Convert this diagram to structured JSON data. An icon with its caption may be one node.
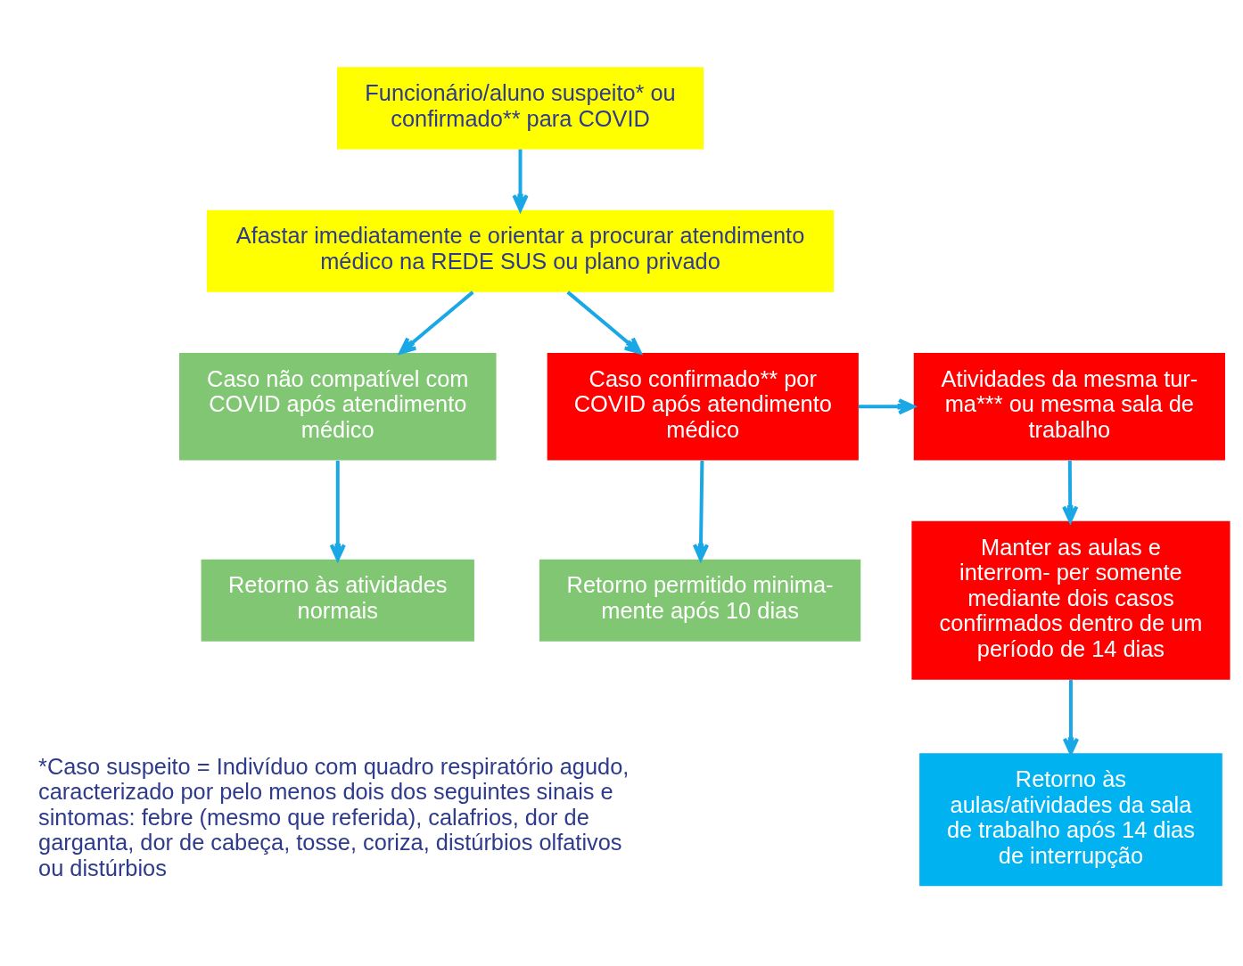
{
  "diagram": {
    "nodes": [
      {
        "text": [
          "Funcionário/aluno suspeito* ou confirmado** para COVID"
        ]
      },
      {
        "text": [
          "Afastar imediatamente e orientar a procurar atendimento médico na REDE SUS ou plano privado"
        ]
      },
      {
        "text": [
          "Caso não compatível com COVID após atendimento médico"
        ]
      },
      {
        "text": [
          "Caso confirmado** por COVID após atendimento médico"
        ]
      },
      {
        "text": [
          "Atividades da mesma tur- ma*** ou mesma sala de trabalho"
        ]
      },
      {
        "text": [
          "Retorno às atividades normais"
        ]
      },
      {
        "text": [
          "Retorno permitido minima- mente após 10 dias"
        ]
      },
      {
        "text": [
          "Manter as aulas e interrom- per somente mediante dois casos confirmados dentro de um período de 14 dias"
        ]
      },
      {
        "text": [
          "Retorno às aulas/atividades da sala de trabalho após 14 dias de interrupção"
        ]
      }
    ],
    "edges": [
      {
        "from": 0,
        "to": 1,
        "arrow": "to"
      },
      {
        "from": 1,
        "to": 2,
        "arrow": "to"
      },
      {
        "from": 1,
        "to": 3,
        "arrow": "to"
      },
      {
        "from": 3,
        "to": 4,
        "arrow": "to"
      },
      {
        "from": 2,
        "to": 5,
        "arrow": "to"
      },
      {
        "from": 3,
        "to": 6,
        "arrow": "to"
      },
      {
        "from": 4,
        "to": 7,
        "arrow": "to"
      },
      {
        "from": 7,
        "to": 8,
        "arrow": "to"
      }
    ],
    "labels": [
      "*Caso suspeito = Indivíduo com quadro respiratório agudo, caracterizado por pelo menos dois dos seguintes sinais e sintomas: febre (mesmo que referida), calafrios, dor de garganta, dor de cabeça, tosse, coriza, distúrbios olfativos ou distúrbios"
    ]
  }
}
